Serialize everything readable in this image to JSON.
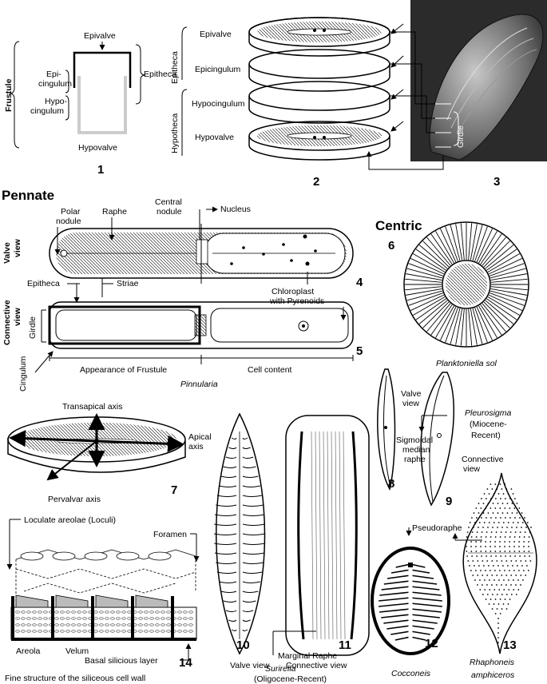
{
  "fig1": {
    "frustule": "Frustule",
    "epivalve": "Epivalve",
    "epicingulum_1": "Epi-",
    "epicingulum_2": "cingulum",
    "hypocingulum_1": "Hypo-",
    "hypocingulum_2": "cingulum",
    "epitheca": "Epitheca",
    "hypovalve": "Hypovalve",
    "number": "1"
  },
  "fig2": {
    "epivalve": "Epivalve",
    "epicingulum": "Epicingulum",
    "hypocingulum": "Hypocingulum",
    "hypovalve": "Hypovalve",
    "epitheca": "Epitheca",
    "hypotheca": "Hypotheca",
    "number": "2"
  },
  "fig3": {
    "girdle": "Girdle",
    "number": "3"
  },
  "pennate": {
    "heading": "Pennate",
    "valve_view": [
      "Valve",
      "view"
    ],
    "connective_view": [
      "Connective",
      "view"
    ],
    "polar_nodule": [
      "Polar",
      "nodule"
    ],
    "raphe": "Raphe",
    "central_nodule": [
      "Central",
      "nodule"
    ],
    "nucleus": "Nucleus",
    "epitheca": "Epitheca",
    "striae": "Striae",
    "chloroplast": [
      "Chloroplast",
      "with Pyrenoids"
    ],
    "girdle": "Girdle",
    "cingulum": "Cingulum",
    "appearance": "Appearance of Frustule",
    "cell_content": "Cell content",
    "genus": "Pinnularia",
    "num4": "4",
    "num5": "5"
  },
  "centric": {
    "heading": "Centric",
    "num6": "6",
    "species": "Planktoniella sol"
  },
  "pleurosigma": {
    "valve_view": [
      "Valve",
      "view"
    ],
    "genus": "Pleurosigma",
    "age": [
      "(Miocene-",
      "Recent)"
    ],
    "sigmoidal": [
      "Sigmoidal",
      "median",
      "raphe"
    ],
    "connective": [
      "Connective",
      "view"
    ],
    "num8": "8",
    "num9": "9"
  },
  "axes": {
    "transapical": "Transapical axis",
    "apical": [
      "Apical",
      "axis"
    ],
    "pervalvar": "Pervalvar axis",
    "num7": "7"
  },
  "wall": {
    "loculate": "Loculate areolae (Loculi)",
    "foramen": "Foramen",
    "areola": "Areola",
    "velum": "Velum",
    "basal": "Basal silicious layer",
    "num14": "14",
    "caption": "Fine structure of the siliceous cell wall"
  },
  "surirella": {
    "valve_view": "Valve view",
    "marginal_raphe": "Marginal Raphe",
    "connective_view": "Connective view",
    "num10": "10",
    "num11": "11",
    "genus": "Surirella",
    "age": "(Oligocene-Recent)"
  },
  "cocconeis": {
    "pseudoraphe": "Pseudoraphe",
    "num12": "12",
    "genus": "Cocconeis"
  },
  "rhaphoneis": {
    "num13": "13",
    "genus": [
      "Rhaphoneis",
      "amphiceros"
    ]
  }
}
